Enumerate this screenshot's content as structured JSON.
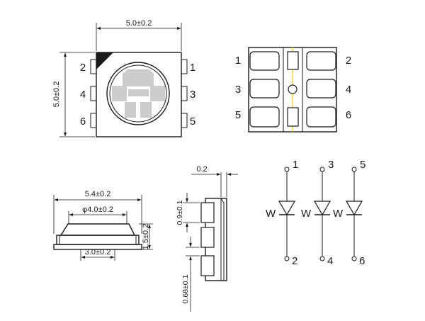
{
  "top_view": {
    "width_dim": "5.0±0.2",
    "height_dim": "5.0±0.2",
    "pin_labels_left": [
      "2",
      "4",
      "6"
    ],
    "pin_labels_right": [
      "1",
      "3",
      "5"
    ]
  },
  "bottom_view": {
    "pin_labels_left": [
      "1",
      "3",
      "5"
    ],
    "pin_labels_right": [
      "2",
      "4",
      "6"
    ],
    "center_line_color": "#f0d000"
  },
  "side_view": {
    "width_dim": "5.4±0.2",
    "lens_dim": "φ4.0±0.2",
    "pad_dim": "3.0±0.2",
    "height_dim": "1.5±0.2"
  },
  "end_view": {
    "thickness_dim": "0.2",
    "pad_width_dim": "0.9±0.1",
    "gap_dim": "0.68±0.1"
  },
  "schematic": {
    "diodes": [
      {
        "anode": "1",
        "cathode": "2",
        "label": "W"
      },
      {
        "anode": "3",
        "cathode": "4",
        "label": "W"
      },
      {
        "anode": "5",
        "cathode": "6",
        "label": "W"
      }
    ]
  },
  "colors": {
    "line": "#1a1a1a",
    "lens_fill": "#cccccc",
    "background": "#ffffff"
  }
}
